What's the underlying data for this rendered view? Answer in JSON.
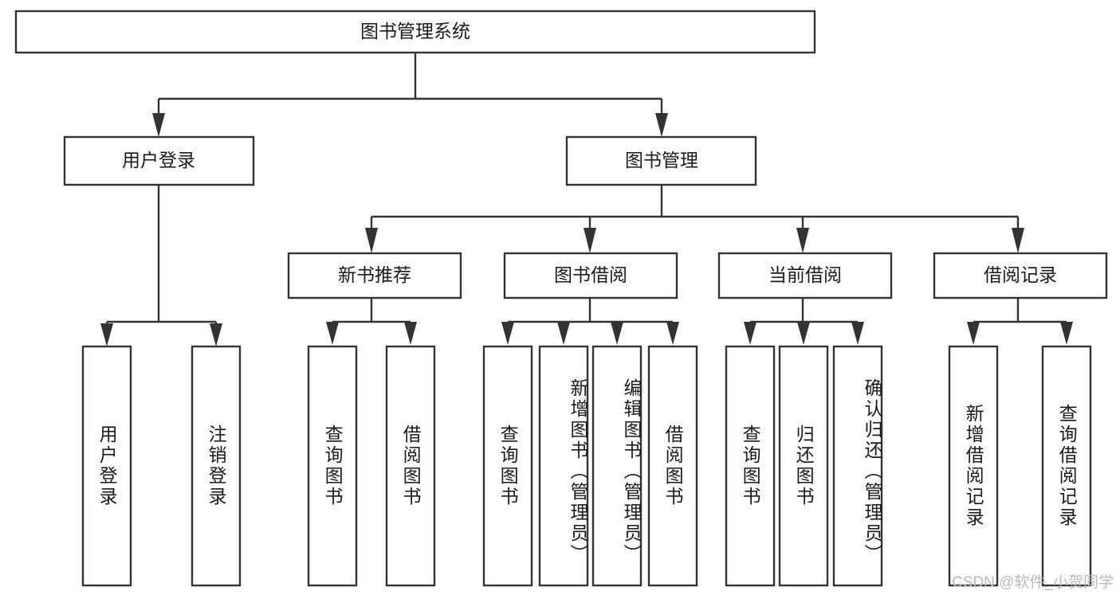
{
  "diagram": {
    "title": "图书管理系统",
    "type": "tree-hierarchy",
    "root": {
      "label": "图书管理系统"
    },
    "level2": [
      {
        "label": "用户登录"
      },
      {
        "label": "图书管理"
      }
    ],
    "level3": [
      {
        "label": "新书推荐"
      },
      {
        "label": "图书借阅"
      },
      {
        "label": "当前借阅"
      },
      {
        "label": "借阅记录"
      }
    ],
    "leaves": {
      "user_login": [
        {
          "label": "用户登录"
        },
        {
          "label": "注销登录"
        }
      ],
      "new_book_recommend": [
        {
          "label": "查询图书"
        },
        {
          "label": "借阅图书"
        }
      ],
      "book_borrow": [
        {
          "label": "查询图书"
        },
        {
          "label": "新增图书（管理员）"
        },
        {
          "label": "编辑图书（管理员）"
        },
        {
          "label": "借阅图书"
        }
      ],
      "current_borrow": [
        {
          "label": "查询图书"
        },
        {
          "label": "归还图书"
        },
        {
          "label": "确认归还（管理员）"
        }
      ],
      "borrow_record": [
        {
          "label": "新增借阅记录"
        },
        {
          "label": "查询借阅记录"
        }
      ]
    }
  },
  "watermark": {
    "text": "CSDN @软件_小贺同学"
  },
  "colors": {
    "stroke": "#333333",
    "fill": "#ffffff",
    "text": "#1a1a1a",
    "watermark": "#b9b9b9"
  }
}
